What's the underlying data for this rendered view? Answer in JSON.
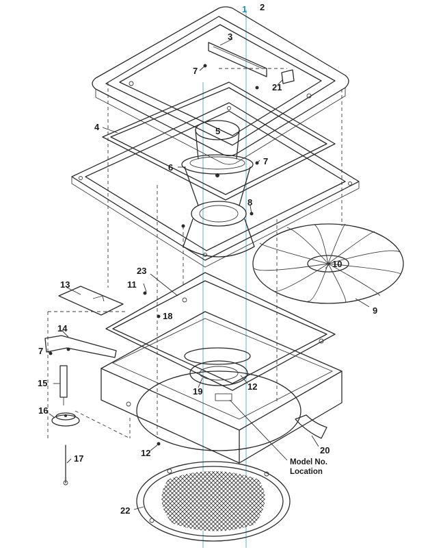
{
  "diagram": {
    "callouts": [
      {
        "id": "p1",
        "text": "1",
        "color": "cyan"
      },
      {
        "id": "p2",
        "text": "2"
      },
      {
        "id": "p3",
        "text": "3"
      },
      {
        "id": "p4",
        "text": "4"
      },
      {
        "id": "p5",
        "text": "5"
      },
      {
        "id": "p6",
        "text": "6"
      },
      {
        "id": "p7a",
        "text": "7"
      },
      {
        "id": "p7b",
        "text": "7"
      },
      {
        "id": "p7c",
        "text": "7"
      },
      {
        "id": "p8",
        "text": "8"
      },
      {
        "id": "p9",
        "text": "9"
      },
      {
        "id": "p10",
        "text": "10"
      },
      {
        "id": "p11",
        "text": "11"
      },
      {
        "id": "p12a",
        "text": "12"
      },
      {
        "id": "p12b",
        "text": "12"
      },
      {
        "id": "p13",
        "text": "13"
      },
      {
        "id": "p14",
        "text": "14"
      },
      {
        "id": "p15",
        "text": "15"
      },
      {
        "id": "p16",
        "text": "16"
      },
      {
        "id": "p17",
        "text": "17"
      },
      {
        "id": "p18",
        "text": "18"
      },
      {
        "id": "p19",
        "text": "19"
      },
      {
        "id": "p20",
        "text": "20"
      },
      {
        "id": "p21",
        "text": "21"
      },
      {
        "id": "p22",
        "text": "22"
      },
      {
        "id": "p23",
        "text": "23"
      }
    ],
    "note": {
      "line1": "Model No.",
      "line2": "Location"
    },
    "colors": {
      "ink": "#2a2a2a",
      "guide": "#6fb7c9",
      "background": "#ffffff"
    }
  }
}
